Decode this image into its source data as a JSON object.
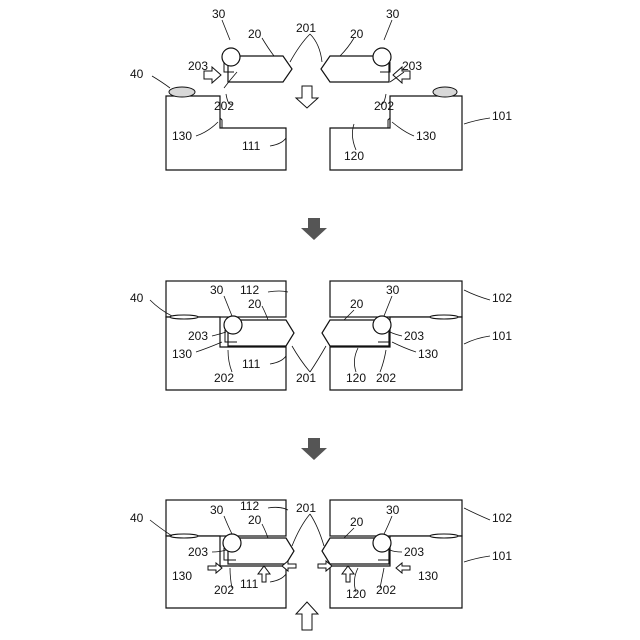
{
  "labels": {
    "l20": "20",
    "l30": "30",
    "l40": "40",
    "l101": "101",
    "l102": "102",
    "l111": "111",
    "l112": "112",
    "l120": "120",
    "l130": "130",
    "l201": "201",
    "l202": "202",
    "l203": "203"
  }
}
